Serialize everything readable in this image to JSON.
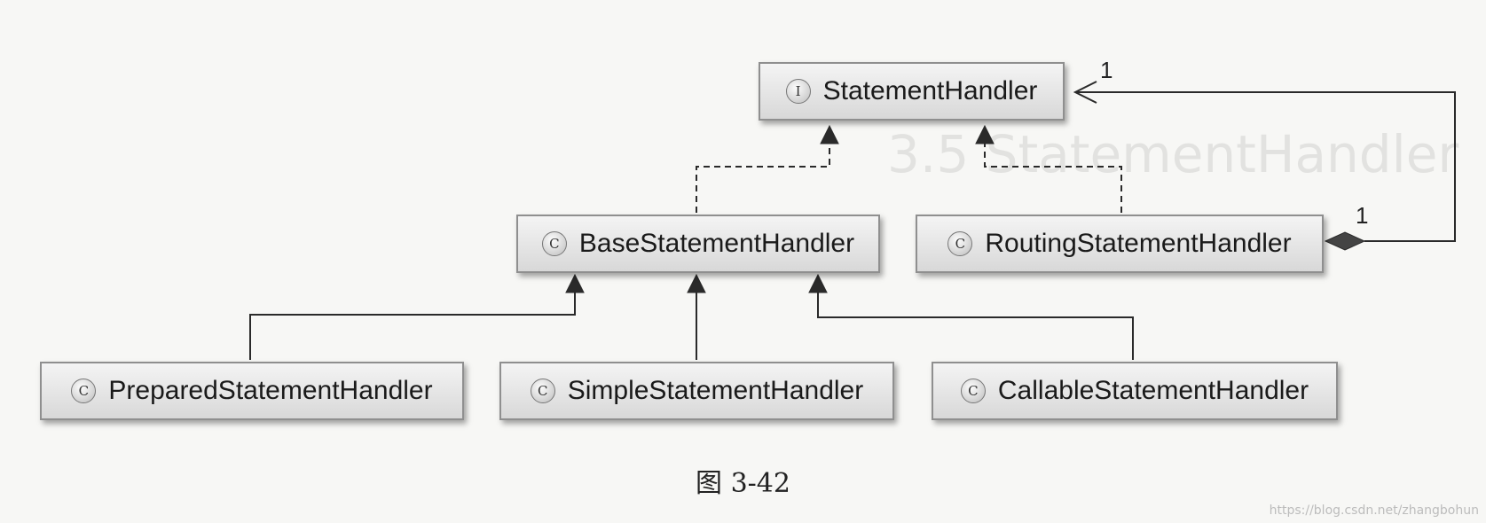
{
  "diagram": {
    "nodes": {
      "statement_handler": {
        "badge": "I",
        "label": "StatementHandler"
      },
      "base_statement_handler": {
        "badge": "C",
        "label": "BaseStatementHandler"
      },
      "routing_statement_handler": {
        "badge": "C",
        "label": "RoutingStatementHandler"
      },
      "prepared_statement_handler": {
        "badge": "C",
        "label": "PreparedStatementHandler"
      },
      "simple_statement_handler": {
        "badge": "C",
        "label": "SimpleStatementHandler"
      },
      "callable_statement_handler": {
        "badge": "C",
        "label": "CallableStatementHandler"
      }
    },
    "edges": [
      {
        "from": "BaseStatementHandler",
        "to": "StatementHandler",
        "kind": "realization"
      },
      {
        "from": "RoutingStatementHandler",
        "to": "StatementHandler",
        "kind": "realization"
      },
      {
        "from": "PreparedStatementHandler",
        "to": "BaseStatementHandler",
        "kind": "generalization"
      },
      {
        "from": "SimpleStatementHandler",
        "to": "BaseStatementHandler",
        "kind": "generalization"
      },
      {
        "from": "CallableStatementHandler",
        "to": "BaseStatementHandler",
        "kind": "generalization"
      },
      {
        "from": "RoutingStatementHandler",
        "to": "StatementHandler",
        "kind": "composition"
      }
    ],
    "multiplicity": {
      "target_end": "1",
      "source_end": "1"
    }
  },
  "background_text": {
    "heading": "3.5 StatementHandler"
  },
  "caption": "图 3-42",
  "watermark": "https://blog.csdn.net/zhangbohun"
}
